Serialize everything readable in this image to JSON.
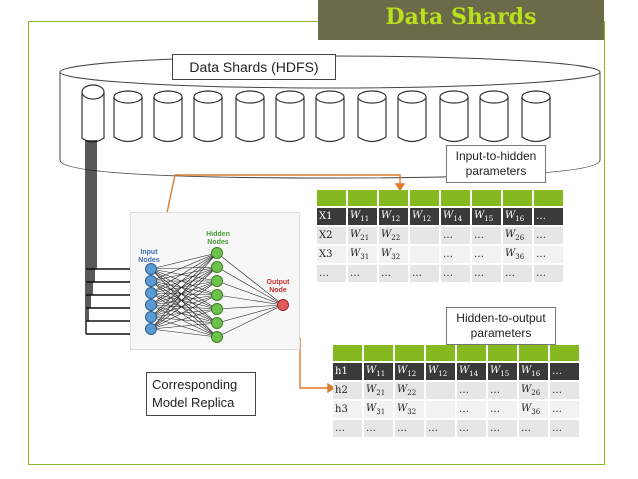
{
  "title": "Data Shards",
  "hdfs_label": "Data Shards (HDFS)",
  "replica_label": "Corresponding Model  Replica",
  "input_hidden_note": "Input-to-hidden parameters",
  "hidden_output_note": "Hidden-to-output parameters",
  "nn_labels": {
    "input": "Input Nodes",
    "hidden": "Hidden Nodes",
    "output": "Output Node"
  },
  "table_input_hidden": [
    [
      "X1",
      "W11",
      "W12",
      "W12",
      "W14",
      "W15",
      "W16",
      "…"
    ],
    [
      "X2",
      "W21",
      "W22",
      "",
      "…",
      "…",
      "W26",
      "…"
    ],
    [
      "X3",
      "W31",
      "W32",
      "",
      "…",
      "…",
      "W36",
      "…"
    ],
    [
      "…",
      "…",
      "…",
      "…",
      "…",
      "…",
      "…",
      "…"
    ]
  ],
  "table_hidden_output": [
    [
      "h1",
      "W11",
      "W12",
      "W12",
      "W14",
      "W15",
      "W16",
      "…"
    ],
    [
      "h2",
      "W21",
      "W22",
      "",
      "…",
      "…",
      "W26",
      "…"
    ],
    [
      "h3",
      "W31",
      "W32",
      "",
      "…",
      "…",
      "W36",
      "…"
    ],
    [
      "…",
      "…",
      "…",
      "…",
      "…",
      "…",
      "…",
      "…"
    ]
  ],
  "colors": {
    "title_bar": "#6b6b4a",
    "title_text": "#b9e01a",
    "accent_green": "#86b81f",
    "arrow_orange": "#e07b2a"
  }
}
